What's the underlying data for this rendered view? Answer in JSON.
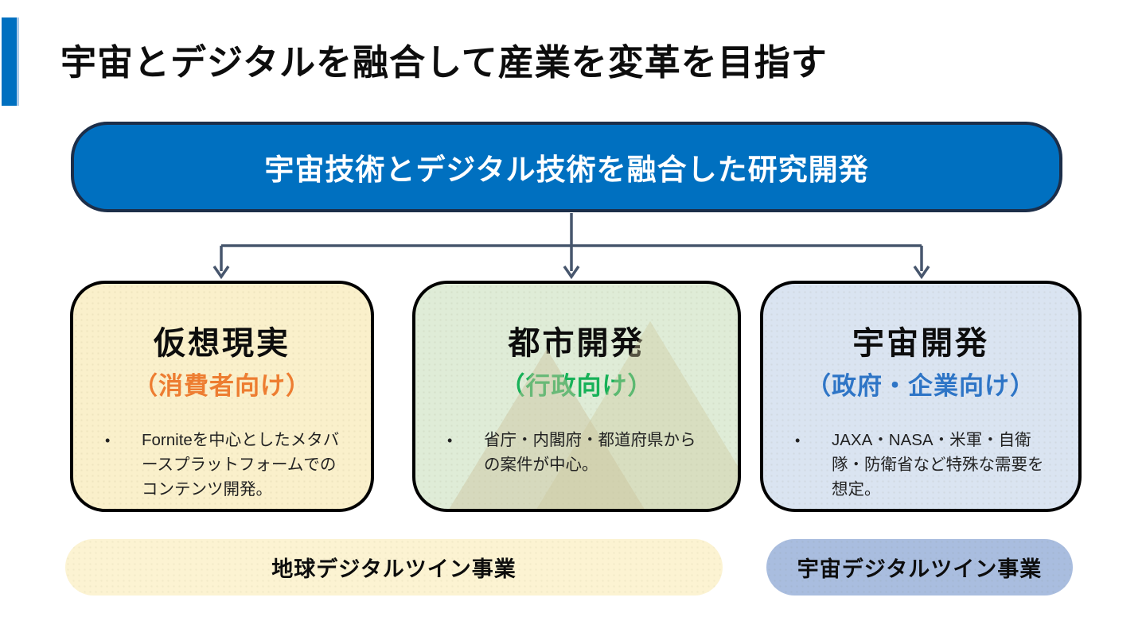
{
  "title": "宇宙とデジタルを融合して産業を変革を目指す",
  "banner": {
    "label": "宇宙技術とデジタル技術を融合した研究開発"
  },
  "boxes": [
    {
      "heading": "仮想現実",
      "subtitle": "（消費者向け）",
      "bullet": "Forniteを中心としたメタバースプラットフォームでのコンテンツ開発。",
      "accent_color": "#ED7D31",
      "bg_color": "#FAF0CB"
    },
    {
      "heading": "都市開発",
      "subtitle": "（行政向け）",
      "bullet": "省庁・内閣府・都道府県からの案件が中心。",
      "accent_color": "#17B158",
      "bg_color": "#DFECD7"
    },
    {
      "heading": "宇宙開発",
      "subtitle": "（政府・企業向け）",
      "bullet": "JAXA・NASA・米軍・自衛隊・防衛省など特殊な需要を想定。",
      "accent_color": "#2E75C6",
      "bg_color": "#DAE4F1"
    }
  ],
  "footers": [
    {
      "label": "地球デジタルツイン事業",
      "bg_color": "#FCF3D2"
    },
    {
      "label": "宇宙デジタルツイン事業",
      "bg_color": "#A9BDDF"
    }
  ],
  "bullet_marker": "•",
  "colors": {
    "brand_blue": "#0070C0",
    "banner_border": "#1C2E49",
    "connector": "#47566D",
    "box_border": "#000000",
    "title_text": "#0D0D0D",
    "banner_text": "#FFFFFF"
  }
}
